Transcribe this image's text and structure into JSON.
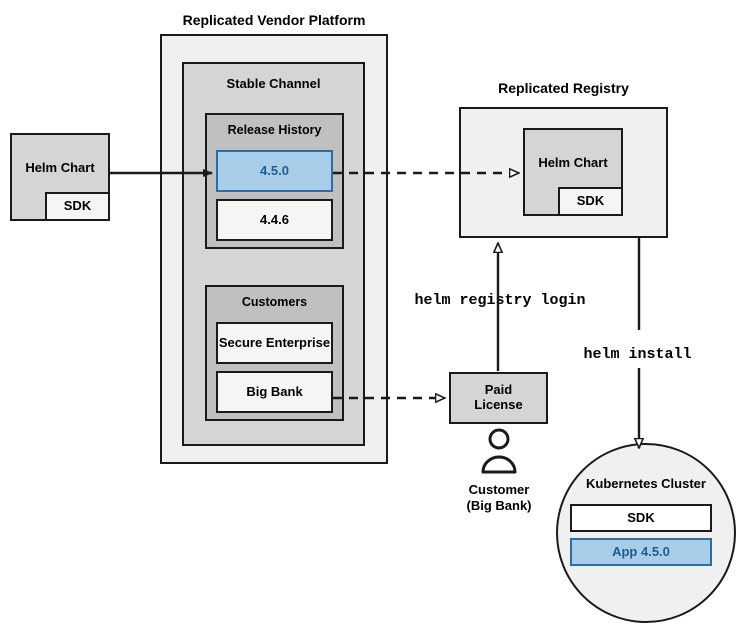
{
  "diagram": {
    "title_vendor_platform": "Replicated Vendor Platform",
    "title_registry": "Replicated Registry",
    "vendor_platform": {
      "channel": {
        "title": "Stable Channel",
        "release_history": {
          "title": "Release History",
          "releases": [
            {
              "version": "4.5.0",
              "highlighted": true
            },
            {
              "version": "4.4.6",
              "highlighted": false
            }
          ]
        },
        "customers": {
          "title": "Customers",
          "items": [
            {
              "name": "Secure Enterprise"
            },
            {
              "name": "Big Bank"
            }
          ]
        }
      }
    },
    "source_chart": {
      "label": "Helm Chart",
      "sub_label": "SDK"
    },
    "registry_chart": {
      "label": "Helm Chart",
      "sub_label": "SDK"
    },
    "license": {
      "label_line1": "Paid",
      "label_line2": "License"
    },
    "customer_actor": {
      "icon": "person-icon",
      "label_line1": "Customer",
      "label_line2": "(Big Bank)"
    },
    "commands": {
      "registry_login": "helm registry login",
      "install": "helm install"
    },
    "cluster": {
      "title": "Kubernetes Cluster",
      "components": [
        {
          "name": "SDK",
          "highlighted": false
        },
        {
          "name": "App 4.5.0",
          "highlighted": true
        }
      ]
    },
    "colors": {
      "accent_fill": "#a8cde8",
      "accent_border": "#2e6da4",
      "accent_text": "#1f5c8f",
      "stroke": "#1a1a1a",
      "gray_fill": "#d5d5d5",
      "mid_fill": "#c0c0c0",
      "light_fill": "#f0f0f0"
    }
  }
}
